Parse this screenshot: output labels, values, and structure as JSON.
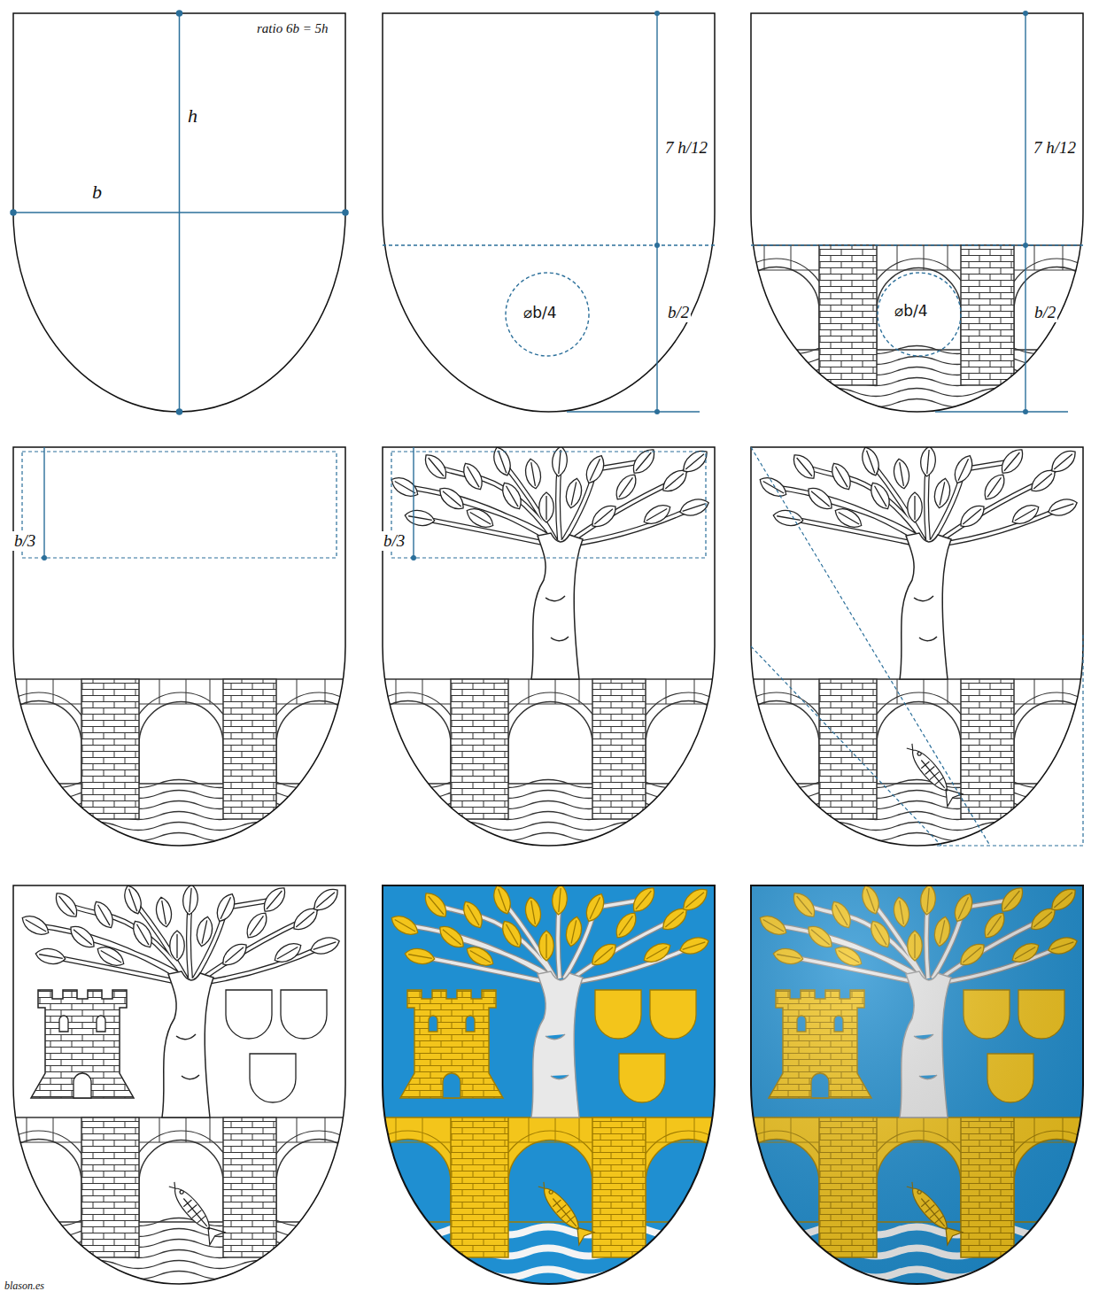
{
  "diagram": {
    "labels": [
      "ratio 6b = 5h",
      "h",
      "b",
      "7 h/12",
      "⌀b/4",
      "b/2",
      "7 h/12",
      "⌀b/4",
      "b/2",
      "b/3",
      "b/3",
      "blason.es"
    ]
  }
}
